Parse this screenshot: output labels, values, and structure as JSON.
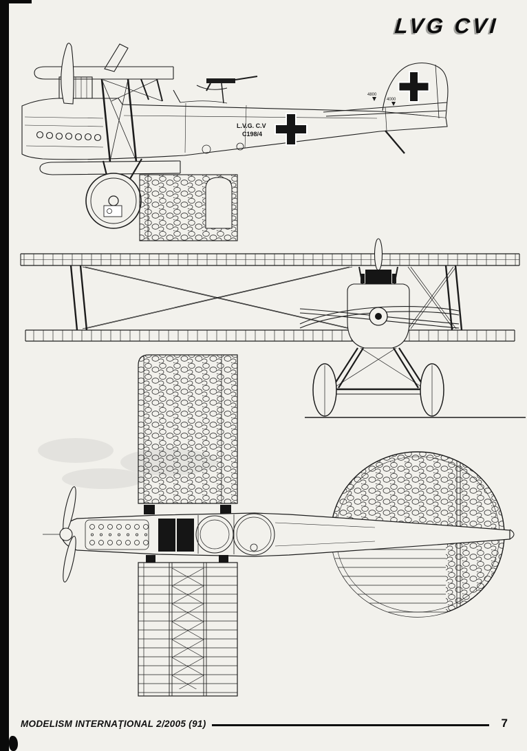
{
  "page": {
    "background_color": "#f2f1ec",
    "ink_color": "#1c1c1c",
    "title": "LVG CVI",
    "footer_text": "MODELISM INTERNAŢIONAL 2/2005 (91)",
    "page_number": "7"
  },
  "drawing": {
    "subject": "LVG C.VI three-view technical scale drawing",
    "markings": {
      "fuselage_designation": "L.V.G. C.V",
      "fuselage_serial": "C198/4",
      "datum_label_1": "4800",
      "datum_label_2": "4000",
      "fuselage_insignia": "balkenkreuz-cross",
      "tail_insignia": "balkenkreuz-cross"
    }
  }
}
